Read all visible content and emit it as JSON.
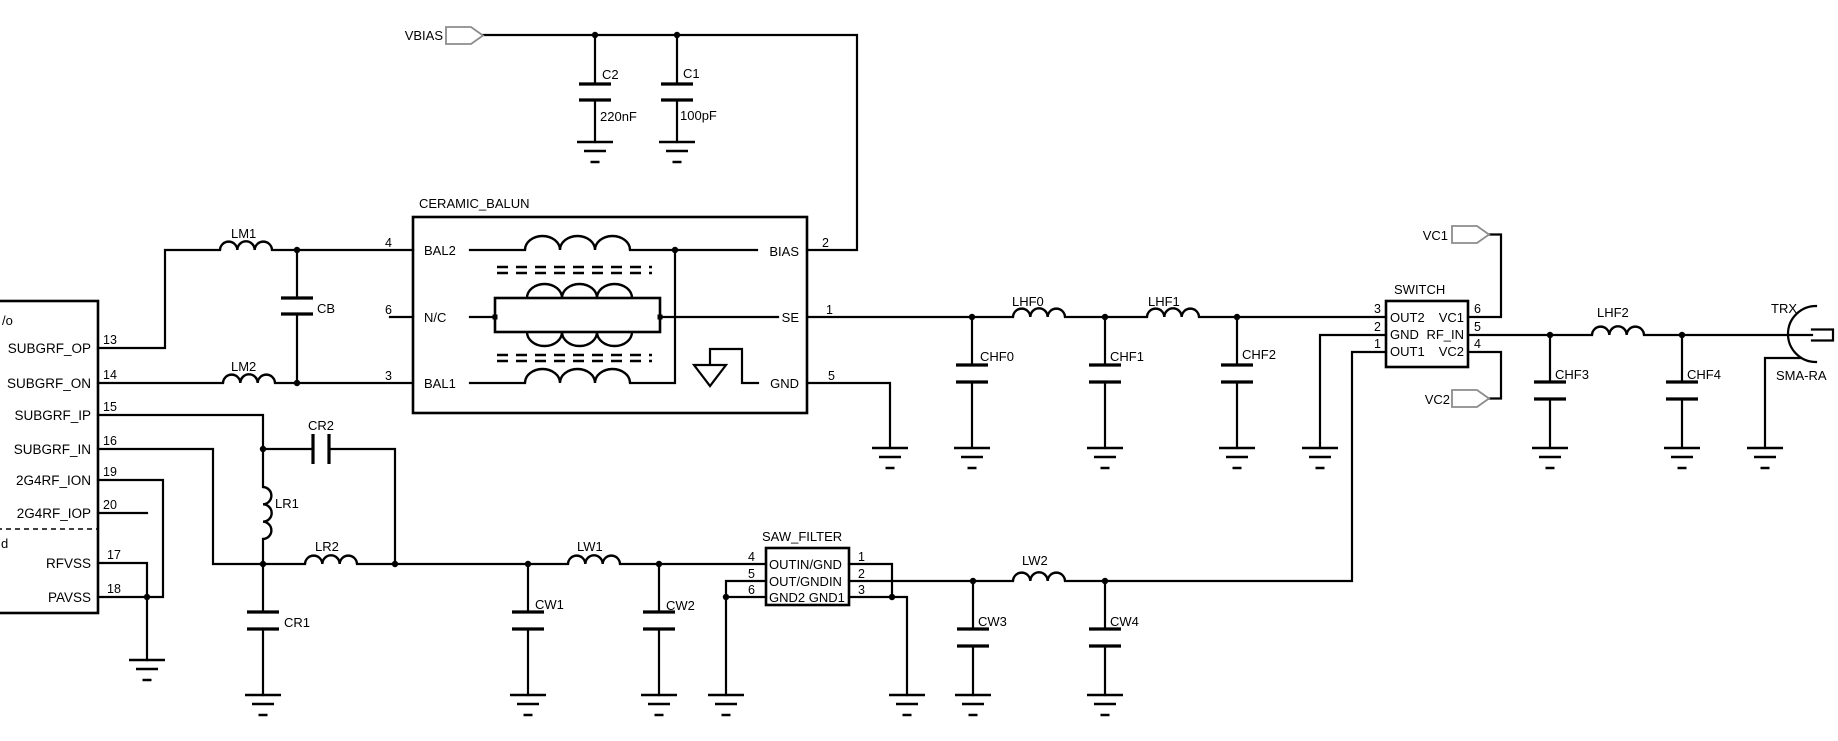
{
  "colors": {
    "wire": "#000000",
    "text": "#000000",
    "port_outline": "#8c8c8c",
    "background": "#ffffff"
  },
  "ports": {
    "vbias": "VBIAS",
    "vc1": "VC1",
    "vc2": "VC2"
  },
  "bias_filter": {
    "c2_ref": "C2",
    "c2_value": "220nF",
    "c1_ref": "C1",
    "c1_value": "100pF"
  },
  "ic": {
    "section_top": "/o",
    "section_bottom": "d",
    "pins": [
      {
        "num": "13",
        "name": "SUBGRF_OP"
      },
      {
        "num": "14",
        "name": "SUBGRF_ON"
      },
      {
        "num": "15",
        "name": "SUBGRF_IP"
      },
      {
        "num": "16",
        "name": "SUBGRF_IN"
      },
      {
        "num": "19",
        "name": "2G4RF_ION"
      },
      {
        "num": "20",
        "name": "2G4RF_IOP"
      },
      {
        "num": "17",
        "name": "RFVSS"
      },
      {
        "num": "18",
        "name": "PAVSS"
      }
    ]
  },
  "balun": {
    "title": "CERAMIC_BALUN",
    "left_pins": [
      {
        "num": "4",
        "name": "BAL2"
      },
      {
        "num": "6",
        "name": "N/C"
      },
      {
        "num": "3",
        "name": "BAL1"
      }
    ],
    "right_pins": [
      {
        "num": "2",
        "name": "BIAS"
      },
      {
        "num": "1",
        "name": "SE"
      },
      {
        "num": "5",
        "name": "GND"
      }
    ]
  },
  "matching": {
    "lm1": "LM1",
    "lm2": "LM2",
    "cb": "CB",
    "cr2": "CR2",
    "lr1": "LR1",
    "lr2": "LR2",
    "cr1": "CR1",
    "lw1": "LW1",
    "cw1": "CW1",
    "cw2": "CW2"
  },
  "saw": {
    "title": "SAW_FILTER",
    "rows": [
      {
        "lnum": "4",
        "text": "OUTIN/GND",
        "rnum": "1"
      },
      {
        "lnum": "5",
        "text": "OUT/GNDIN",
        "rnum": "2"
      },
      {
        "lnum": "6",
        "text": "GND2 GND1",
        "rnum": "3"
      }
    ],
    "lw2": "LW2",
    "cw3": "CW3",
    "cw4": "CW4"
  },
  "harmonic_filter": {
    "lhf0": "LHF0",
    "lhf1": "LHF1",
    "lhf2": "LHF2",
    "chf0": "CHF0",
    "chf1": "CHF1",
    "chf2": "CHF2",
    "chf3": "CHF3",
    "chf4": "CHF4"
  },
  "rf_switch": {
    "title": "SWITCH",
    "left_pins": [
      {
        "num": "3",
        "name": "OUT2"
      },
      {
        "num": "2",
        "name": "GND"
      },
      {
        "num": "1",
        "name": "OUT1"
      }
    ],
    "right_pins": [
      {
        "num": "6",
        "name": "VC1"
      },
      {
        "num": "5",
        "name": "RF_IN"
      },
      {
        "num": "4",
        "name": "VC2"
      }
    ]
  },
  "connector": {
    "ref": "TRX",
    "type": "SMA-RA"
  }
}
